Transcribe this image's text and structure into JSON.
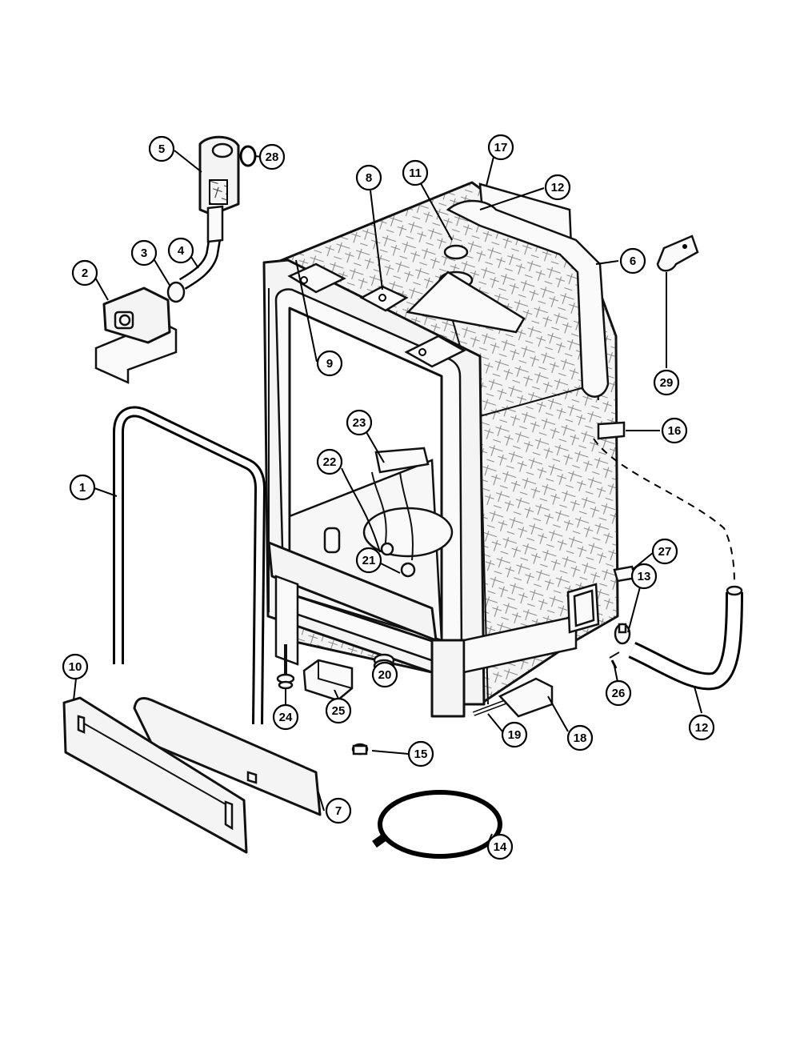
{
  "callouts": [
    {
      "label": "1"
    },
    {
      "label": "2"
    },
    {
      "label": "3"
    },
    {
      "label": "4"
    },
    {
      "label": "5"
    },
    {
      "label": "28"
    },
    {
      "label": "8"
    },
    {
      "label": "11"
    },
    {
      "label": "17"
    },
    {
      "label": "12"
    },
    {
      "label": "6"
    },
    {
      "label": "29"
    },
    {
      "label": "9"
    },
    {
      "label": "16"
    },
    {
      "label": "23"
    },
    {
      "label": "22"
    },
    {
      "label": "21"
    },
    {
      "label": "27"
    },
    {
      "label": "13"
    },
    {
      "label": "26"
    },
    {
      "label": "12"
    },
    {
      "label": "10"
    },
    {
      "label": "24"
    },
    {
      "label": "25"
    },
    {
      "label": "20"
    },
    {
      "label": "19"
    },
    {
      "label": "18"
    },
    {
      "label": "15"
    },
    {
      "label": "7"
    },
    {
      "label": "14"
    }
  ]
}
